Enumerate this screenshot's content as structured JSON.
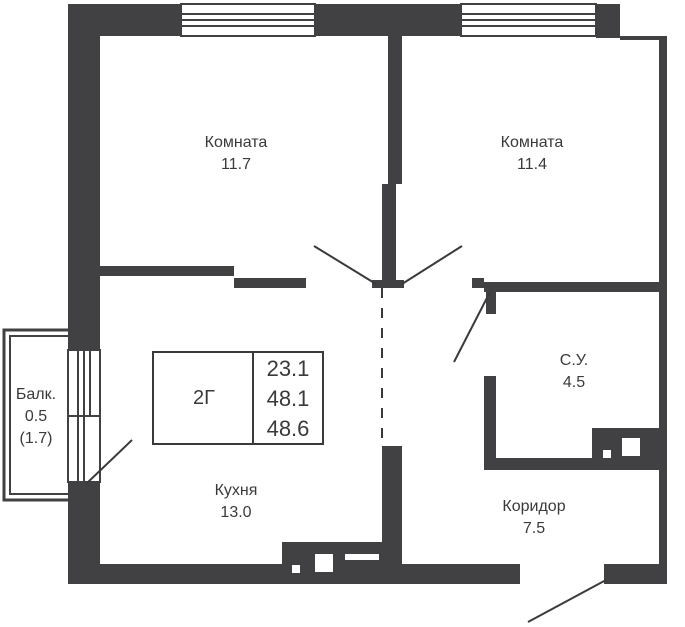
{
  "rooms": {
    "room1": {
      "name": "Комната",
      "area": "11.7"
    },
    "room2": {
      "name": "Комната",
      "area": "11.4"
    },
    "bathroom": {
      "name": "С.У.",
      "area": "4.5"
    },
    "kitchen": {
      "name": "Кухня",
      "area": "13.0"
    },
    "corridor": {
      "name": "Коридор",
      "area": "7.5"
    },
    "balcony": {
      "name": "Балк.",
      "area": "0.5",
      "area_coef": "(1.7)"
    }
  },
  "apartment": {
    "type": "2Г",
    "areas": [
      "23.1",
      "48.1",
      "48.6"
    ]
  },
  "colors": {
    "wall": "#414143",
    "line": "#3a3a3c",
    "background": "#ffffff"
  }
}
